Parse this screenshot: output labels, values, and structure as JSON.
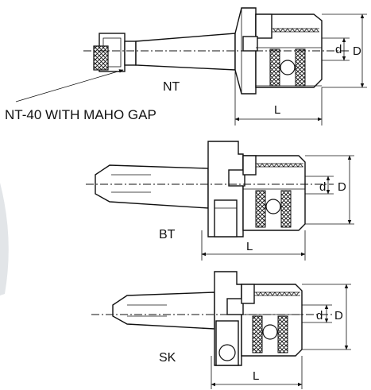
{
  "drawings": [
    {
      "id": "nt",
      "type_label": "NT",
      "note": "NT-40 WITH MAHO GAP",
      "dims": {
        "d": "d",
        "D": "D",
        "L": "L"
      }
    },
    {
      "id": "bt",
      "type_label": "BT",
      "dims": {
        "d": "d",
        "D": "D",
        "L": "L"
      }
    },
    {
      "id": "sk",
      "type_label": "SK",
      "dims": {
        "d": "d",
        "D": "D",
        "L": "L"
      }
    }
  ]
}
